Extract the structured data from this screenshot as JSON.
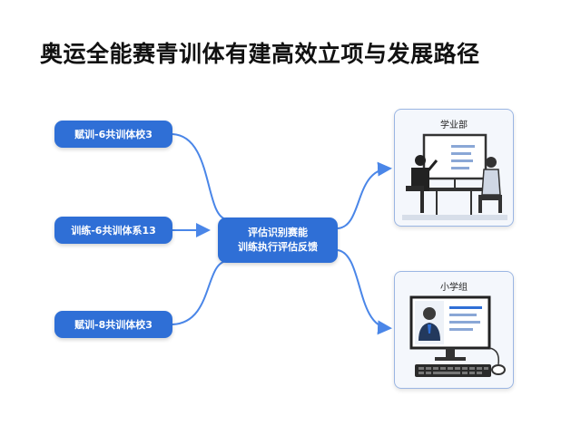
{
  "title": "奥运全能赛青训体有建高效立项与发展路径",
  "left_nodes": [
    {
      "label": "赋训-6共训体校3"
    },
    {
      "label": "训练-6共训体系13"
    },
    {
      "label": "赋训-8共训体校3"
    }
  ],
  "center_node": {
    "line1": "评估识别赛能",
    "line2": "训练执行评估反馈"
  },
  "panels": [
    {
      "label": "学业部"
    },
    {
      "label": "小学组"
    }
  ],
  "colors": {
    "node_fill": "#2f6fd6",
    "connector": "#4a86e8",
    "panel_border": "#9bb6e3"
  }
}
